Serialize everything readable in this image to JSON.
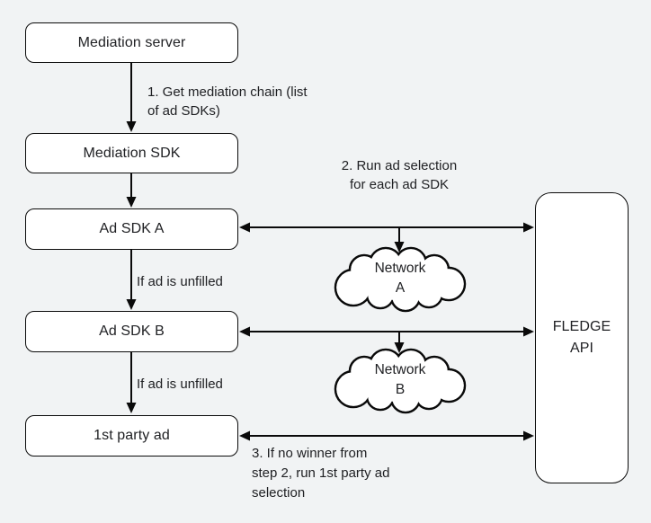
{
  "title": "Mediation ad selection flow diagram",
  "colors": {
    "background": "#f1f3f4",
    "node_fill": "#ffffff",
    "stroke": "#0a0a0a",
    "text": "#202124"
  },
  "nodes": {
    "mediation_server": {
      "label": "Mediation server"
    },
    "mediation_sdk": {
      "label": "Mediation SDK"
    },
    "ad_sdk_a": {
      "label": "Ad SDK A"
    },
    "ad_sdk_b": {
      "label": "Ad SDK B"
    },
    "first_party_ad": {
      "label": "1st party ad"
    },
    "fledge_api": {
      "label": "FLEDGE API"
    },
    "network_a": {
      "label": "Network\nA"
    },
    "network_b": {
      "label": "Network\nB"
    }
  },
  "annotations": {
    "step1": "1. Get mediation chain (list\nof ad SDKs)",
    "step2": "2. Run ad selection\nfor each ad SDK",
    "unfilled_a": "If ad is unfilled",
    "unfilled_b": "If ad is unfilled",
    "step3": "3. If no winner from\nstep 2, run 1st party ad\nselection"
  },
  "edges": [
    "mediation_server -> mediation_sdk",
    "mediation_sdk -> ad_sdk_a",
    "ad_sdk_a -> ad_sdk_b (if ad is unfilled)",
    "ad_sdk_b -> first_party_ad (if ad is unfilled)",
    "ad_sdk_a <-> fledge_api",
    "ad_sdk_b <-> fledge_api",
    "first_party_ad <-> fledge_api",
    "fledge_api -> network_a",
    "fledge_api -> network_b"
  ]
}
